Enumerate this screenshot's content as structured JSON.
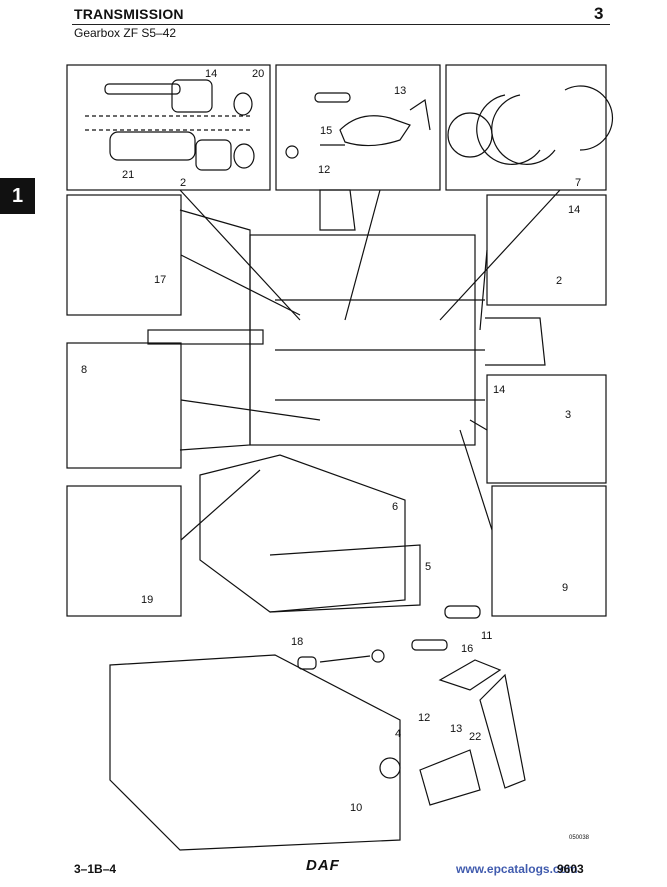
{
  "header": {
    "title": "TRANSMISSION",
    "subtitle": "Gearbox ZF S5–42",
    "page_number": "3"
  },
  "side_tab": "1",
  "footer": {
    "section": "3–1B–4",
    "logo": "DAF",
    "watermark": "www.epcatalogs.com",
    "code": "9603"
  },
  "figure_ref": "050038",
  "callouts": {
    "c14a": "14",
    "c20": "20",
    "c21": "21",
    "c2a": "2",
    "c13a": "13",
    "c15": "15",
    "c12a": "12",
    "c7": "7",
    "c17": "17",
    "c14b": "14",
    "c2b": "2",
    "c8": "8",
    "c14c": "14",
    "c3": "3",
    "c6": "6",
    "c5": "5",
    "c19": "19",
    "c9": "9",
    "c11": "11",
    "c16": "16",
    "c18": "18",
    "c12b": "12",
    "c13b": "13",
    "c22": "22",
    "c4": "4",
    "c10": "10"
  }
}
